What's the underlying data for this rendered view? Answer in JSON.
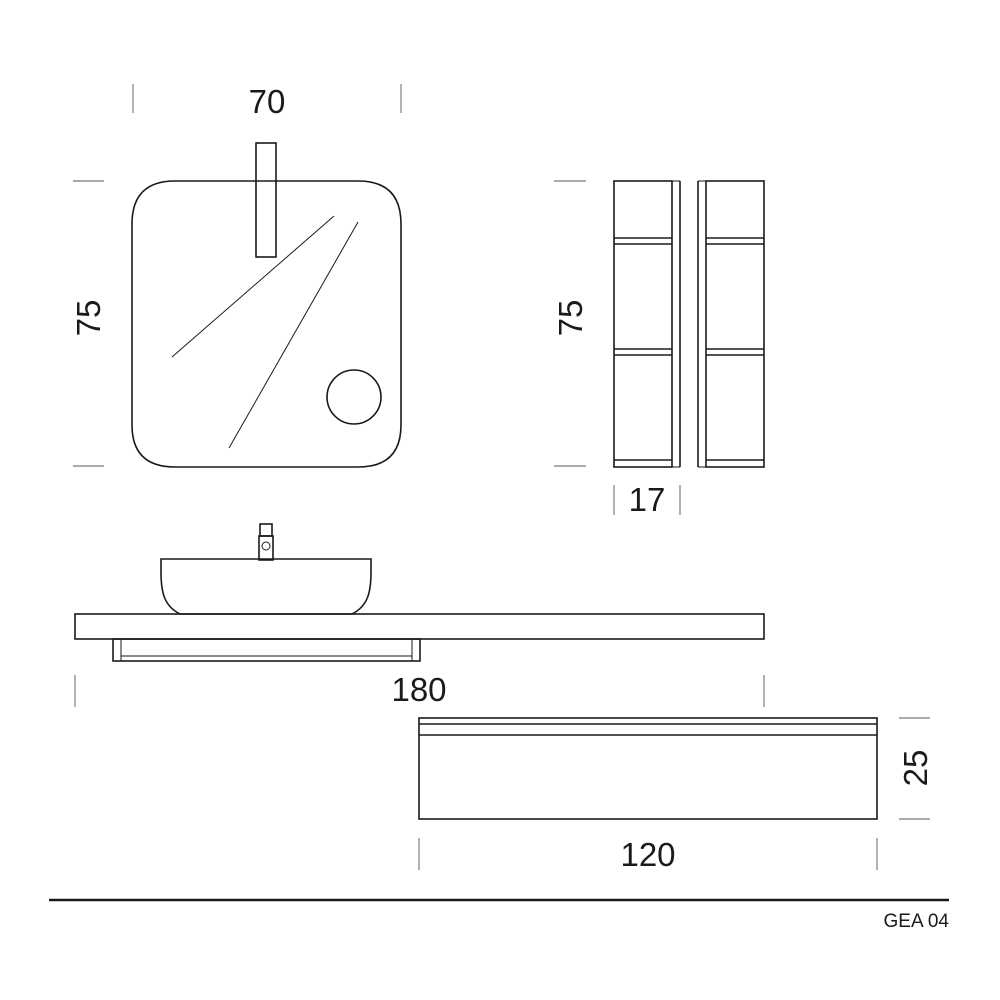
{
  "dimensions": {
    "mirror_width": "70",
    "mirror_height": "75",
    "shelf_height": "75",
    "shelf_depth": "17",
    "top_length": "180",
    "drawer_height": "25",
    "drawer_width": "120"
  },
  "product_code": "GEA 04"
}
